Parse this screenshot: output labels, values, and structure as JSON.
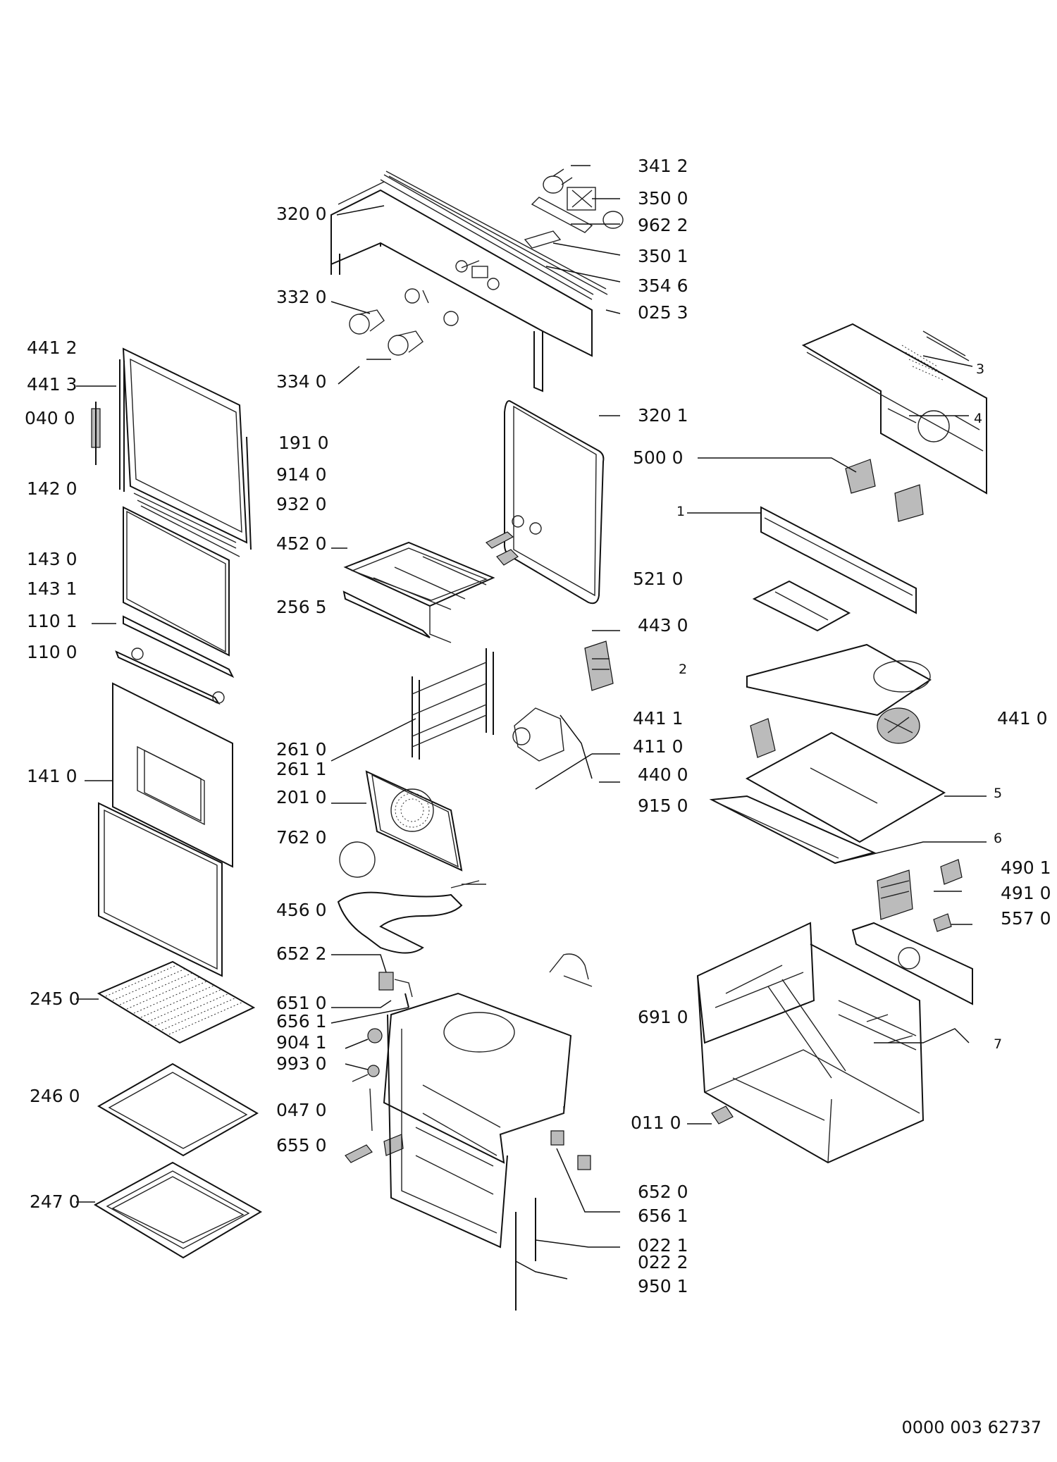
{
  "document_number": "0000 003 62737",
  "labels": {
    "l_341_2": "341 2",
    "l_350_0": "350 0",
    "l_320_0": "320 0",
    "l_962_2": "962 2",
    "l_350_1": "350 1",
    "l_354_6": "354 6",
    "l_332_0": "332 0",
    "l_025_3": "025 3",
    "l_441_2": "441 2",
    "l_441_3": "441 3",
    "l_334_0": "334 0",
    "l_3": "3",
    "l_040_0": "040 0",
    "l_320_1": "320 1",
    "l_4": "4",
    "l_191_0": "191 0",
    "l_914_0": "914 0",
    "l_500_0": "500 0",
    "l_142_0": "142 0",
    "l_1": "1",
    "l_932_0": "932 0",
    "l_452_0": "452 0",
    "l_143_0": "143 0",
    "l_521_0": "521 0",
    "l_143_1": "143 1",
    "l_256_5": "256 5",
    "l_110_1": "110 1",
    "l_443_0": "443 0",
    "l_110_0": "110 0",
    "l_2": "2",
    "l_441_1": "441 1",
    "l_441_0": "441 0",
    "l_411_0": "411 0",
    "l_261_0": "261 0",
    "l_440_0": "440 0",
    "l_141_0": "141 0",
    "l_261_1": "261 1",
    "l_201_0": "201 0",
    "l_5": "5",
    "l_915_0": "915 0",
    "l_6": "6",
    "l_762_0": "762 0",
    "l_490_1": "490 1",
    "l_456_0": "456 0",
    "l_491_0": "491 0",
    "l_557_0": "557 0",
    "l_652_2": "652 2",
    "l_245_0": "245 0",
    "l_651_0": "651 0",
    "l_691_0": "691 0",
    "l_656_1a": "656 1",
    "l_904_1": "904 1",
    "l_7": "7",
    "l_993_0": "993 0",
    "l_246_0": "246 0",
    "l_047_0": "047 0",
    "l_011_0": "011 0",
    "l_655_0": "655 0",
    "l_652_0": "652 0",
    "l_247_0": "247 0",
    "l_656_1b": "656 1",
    "l_022_1": "022 1",
    "l_022_2": "022 2",
    "l_950_1": "950 1"
  }
}
